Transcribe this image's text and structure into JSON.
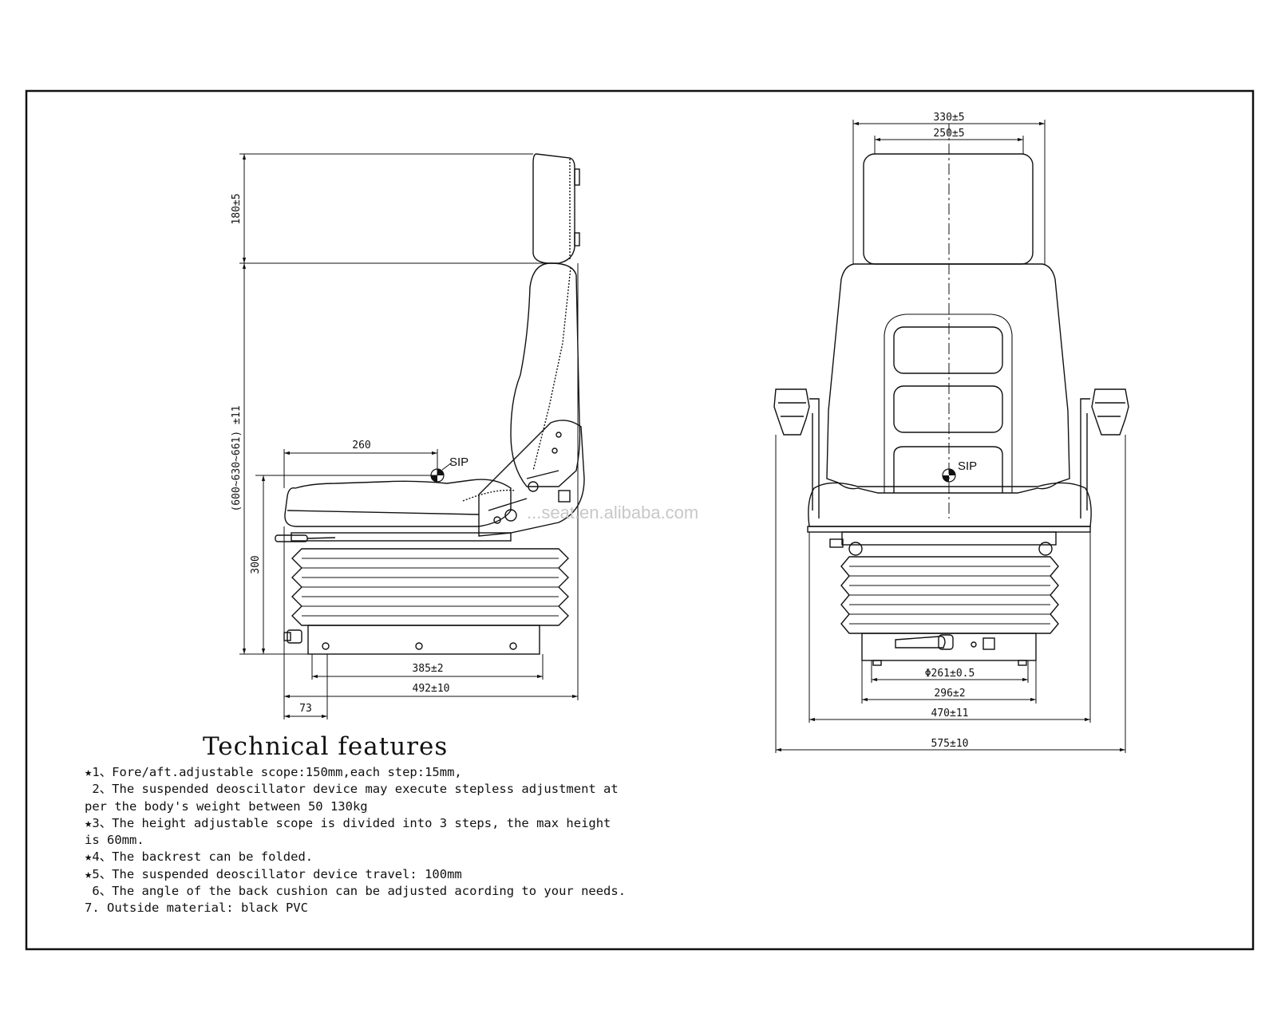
{
  "side_view": {
    "dim_headrest": "180±5",
    "dim_backrest": "(600~630~661) ±11",
    "dim_seat_depth": "260",
    "dim_seat_height": "300",
    "dim_base_inner": "385±2",
    "dim_base_outer": "492±10",
    "dim_offset": "73",
    "sip_label": "SIP"
  },
  "front_view": {
    "dim_back_outer": "330±5",
    "dim_back_inner": "250±5",
    "dim_bellows": "Φ261±0.5",
    "dim_base": "296±2",
    "dim_seat_width": "470±11",
    "dim_overall": "575±10",
    "sip_label": "SIP"
  },
  "watermark": "...seat.en.alibaba.com",
  "features": {
    "title": "Technical features",
    "lines": [
      "★1、Fore/aft.adjustable scope:150mm,each step:15mm,",
      " 2、The suspended deoscillator device may execute stepless adjustment at",
      "per the body's weight between 50 130kg",
      "★3、The height adjustable scope is divided into 3 steps, the max height",
      "is 60mm.",
      "★4、The backrest can be folded.",
      "★5、The suspended deoscillator device travel: 100mm",
      " 6、The angle of the back cushion can be adjusted acording to your needs.",
      "7. Outside material: black PVC"
    ]
  }
}
